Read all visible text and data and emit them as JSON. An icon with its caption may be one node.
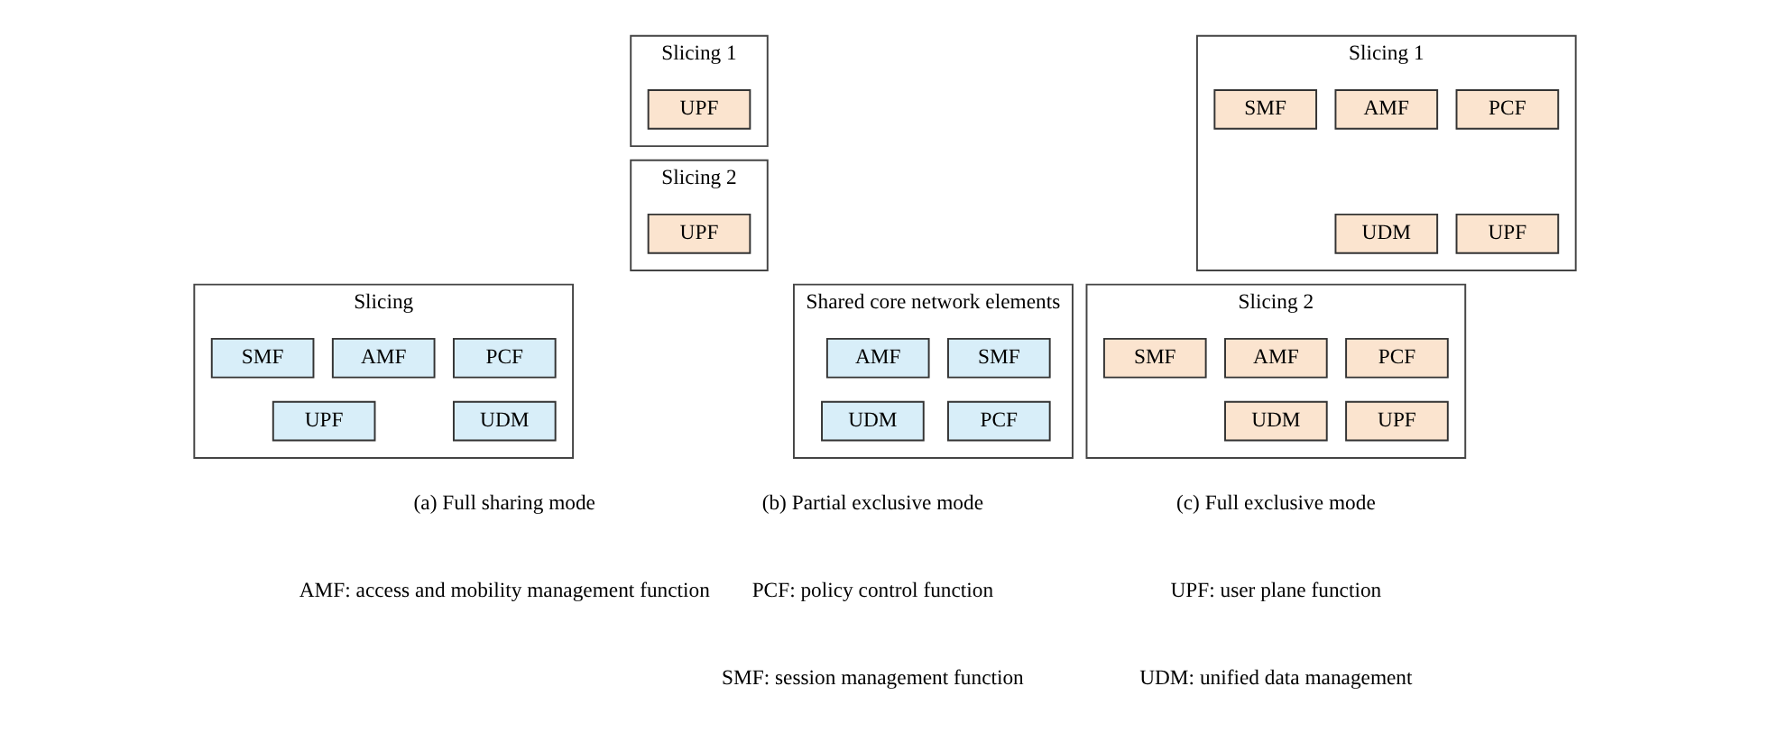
{
  "diagram": {
    "nodes": [
      {
        "text": [
          "Slicing"
        ]
      },
      {
        "text": [
          "PCF"
        ],
        "in": 0
      },
      {
        "text": [
          "AMF"
        ],
        "in": 0
      },
      {
        "text": [
          "SMF"
        ],
        "in": 0
      },
      {
        "text": [
          "UDM"
        ],
        "in": 0
      },
      {
        "text": [
          "UPF"
        ],
        "in": 0
      },
      {
        "text": [
          "Shared core network elements"
        ]
      },
      {
        "text": [
          "SMF"
        ],
        "in": 6
      },
      {
        "text": [
          "AMF"
        ],
        "in": 6
      },
      {
        "text": [
          "PCF"
        ],
        "in": 6
      },
      {
        "text": [
          "UDM"
        ],
        "in": 6
      },
      {
        "text": [
          "Slicing 1"
        ]
      },
      {
        "text": [
          "UPF"
        ],
        "in": 11
      },
      {
        "text": [
          "Slicing 2"
        ]
      },
      {
        "text": [
          "UPF"
        ],
        "in": 13
      },
      {
        "text": [
          "Slicing 1"
        ]
      },
      {
        "text": [
          "PCF"
        ],
        "in": 15
      },
      {
        "text": [
          "AMF"
        ],
        "in": 15
      },
      {
        "text": [
          "SMF"
        ],
        "in": 15
      },
      {
        "text": [
          "UDM"
        ],
        "in": 15
      },
      {
        "text": [
          "UPF"
        ],
        "in": 15
      },
      {
        "text": [
          "Slicing 2"
        ]
      },
      {
        "text": [
          "PCF"
        ],
        "in": 21
      },
      {
        "text": [
          "AMF"
        ],
        "in": 21
      },
      {
        "text": [
          "SMF"
        ],
        "in": 21
      },
      {
        "text": [
          "UDM"
        ],
        "in": 21
      },
      {
        "text": [
          "UPF"
        ],
        "in": 21
      }
    ],
    "edges": [],
    "labels": [
      "(a) Full sharing mode",
      "(b) Partial exclusive mode",
      "(c) Full exclusive mode",
      "AMF: access and mobility management function",
      "PCF: policy control function",
      "SMF: session management function",
      "UPF: user plane function",
      "UDM: unified data management"
    ]
  }
}
